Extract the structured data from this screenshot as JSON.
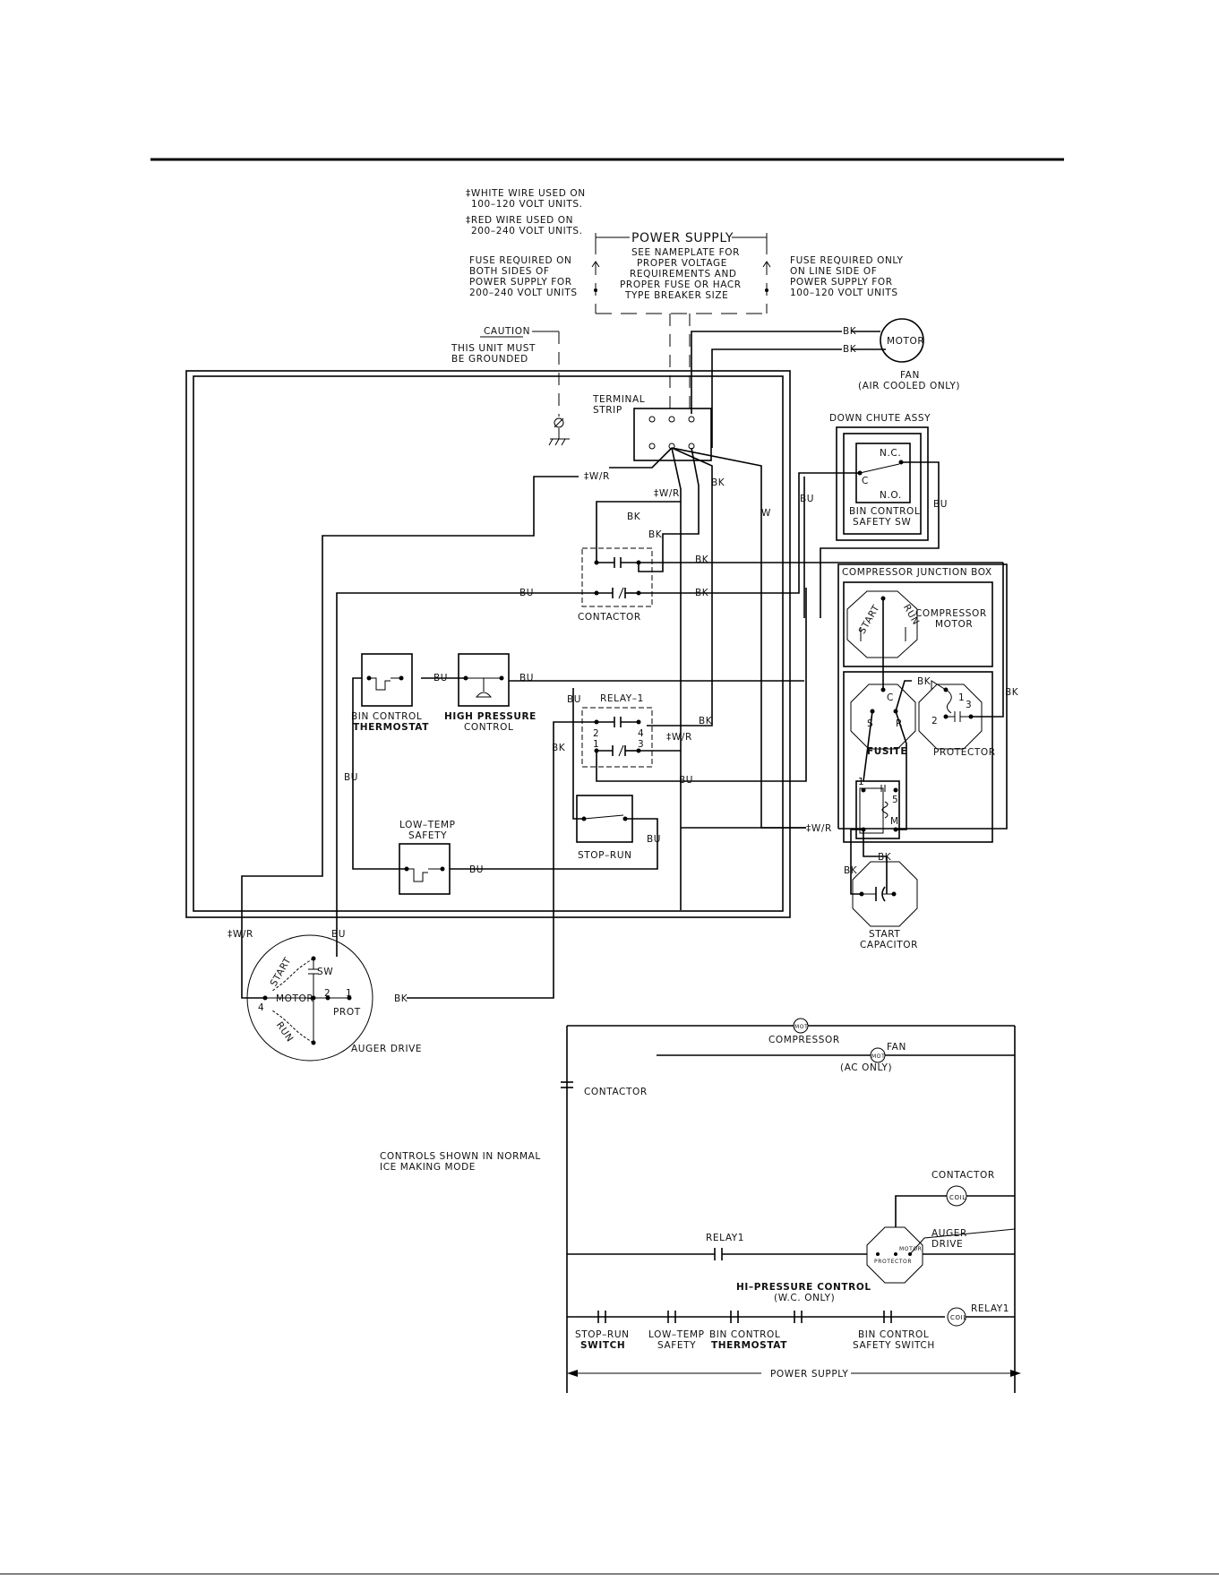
{
  "notes": {
    "white_wire": [
      "‡WHITE WIRE USED ON",
      "100–120 VOLT UNITS."
    ],
    "red_wire": [
      "‡RED WIRE USED ON",
      "200–240 VOLT UNITS."
    ],
    "fuse_both": [
      "FUSE REQUIRED ON",
      "BOTH SIDES OF",
      "POWER SUPPLY FOR",
      "200–240 VOLT UNITS"
    ],
    "fuse_line": [
      "FUSE REQUIRED ONLY",
      "ON LINE SIDE OF",
      "POWER SUPPLY FOR",
      "100–120 VOLT UNITS"
    ],
    "power_supply_title": "POWER SUPPLY",
    "power_supply_note": [
      "SEE NAMEPLATE FOR",
      "PROPER VOLTAGE",
      "REQUIREMENTS AND",
      "PROPER FUSE OR HACR",
      "TYPE BREAKER SIZE"
    ],
    "caution": "CAUTION",
    "grounded": [
      "THIS UNIT MUST",
      "BE GROUNDED"
    ],
    "controls_mode": [
      "CONTROLS SHOWN IN NORMAL",
      "ICE MAKING MODE"
    ]
  },
  "components": {
    "motor": "MOTOR",
    "fan": [
      "FAN",
      "(AIR COOLED ONLY)"
    ],
    "terminal_strip": [
      "TERMINAL",
      "STRIP"
    ],
    "down_chute": "DOWN CHUTE ASSY",
    "nc": "N.C.",
    "no": "N.O.",
    "c": "C",
    "bin_switch": [
      "BIN CONTROL",
      "SAFETY SW"
    ],
    "contactor": "CONTACTOR",
    "compressor_box": "COMPRESSOR JUNCTION BOX",
    "compressor_motor": [
      "COMPRESSOR",
      "MOTOR"
    ],
    "start": "START",
    "run": "RUN",
    "bin_thermostat": [
      "BIN CONTROL",
      "THERMOSTAT"
    ],
    "high_pressure": [
      "HIGH PRESSURE",
      "CONTROL"
    ],
    "relay": "RELAY–1",
    "relay_pins": [
      "2",
      "4",
      "1",
      "3"
    ],
    "fusite": "FUSITE",
    "protector": "PROTECTOR",
    "fusite_pins": [
      "C",
      "S",
      "R"
    ],
    "protector_pins": [
      "1",
      "2",
      "3"
    ],
    "start_relay_pins": [
      "1",
      "5",
      "M"
    ],
    "low_temp": [
      "LOW–TEMP",
      "SAFETY"
    ],
    "stop_run": "STOP–RUN",
    "start_capacitor": [
      "START",
      "CAPACITOR"
    ],
    "auger": {
      "start": "START",
      "run": "RUN",
      "motor": "MOTOR",
      "sw": "SW",
      "prot": "PROT",
      "pins": [
        "4",
        "2",
        "1"
      ],
      "label": "AUGER DRIVE"
    }
  },
  "wires": {
    "bk": "BK",
    "bu": "BU",
    "w": "W",
    "wr": "‡W/R"
  },
  "ladder": {
    "mot": "MOT",
    "compressor": "COMPRESSOR",
    "fan": "FAN",
    "ac_only": "(AC ONLY)",
    "contactor": "CONTACTOR",
    "contactor_coil_label": "CONTACTOR",
    "coil": "COIL",
    "relay1": "RELAY1",
    "auger": [
      "AUGER",
      "DRIVE"
    ],
    "motor_small": "MOTOR",
    "protector_small": "PROTECTOR",
    "hi_pressure": [
      "HI–PRESSURE CONTROL",
      "(W.C. ONLY)"
    ],
    "relay1_coil": "RELAY1",
    "stop_run": [
      "STOP–RUN",
      "SWITCH"
    ],
    "low_temp": [
      "LOW–TEMP",
      "SAFETY"
    ],
    "bin_thermostat": [
      "BIN CONTROL",
      "THERMOSTAT"
    ],
    "bin_switch": [
      "BIN CONTROL",
      "SAFETY SWITCH"
    ],
    "power_supply": "POWER SUPPLY"
  }
}
